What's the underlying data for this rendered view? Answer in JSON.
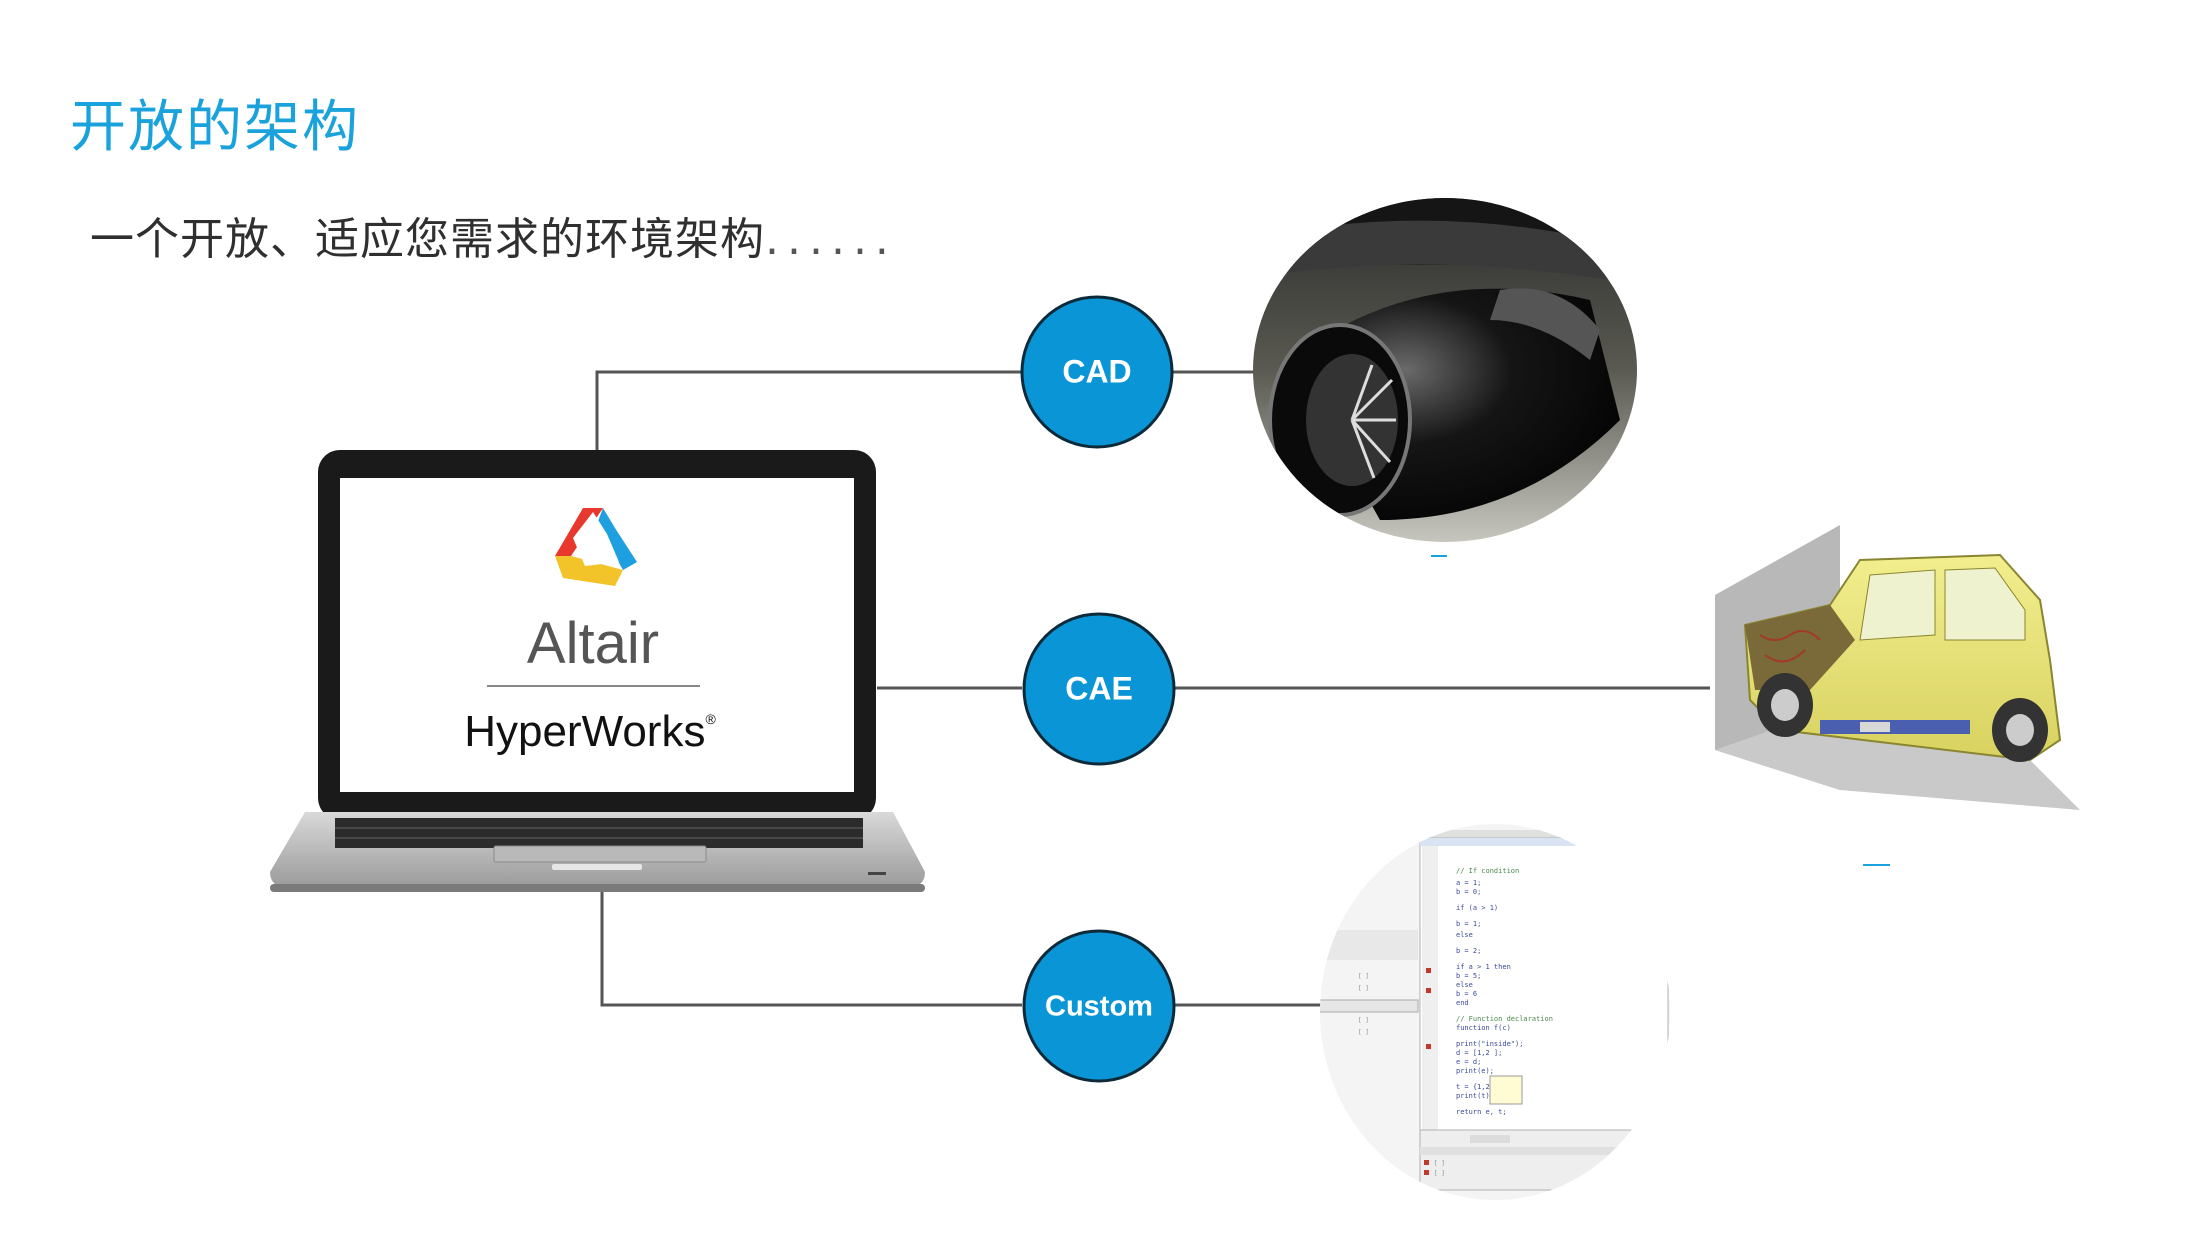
{
  "title": "开放的架构",
  "subtitle": {
    "text": "一个开放、适应您需求的环境架构",
    "dots": "......"
  },
  "laptop": {
    "brand": "Altair",
    "product": "HyperWorks",
    "trademark": "®"
  },
  "nodes": [
    {
      "id": "cad",
      "label": "CAD"
    },
    {
      "id": "cae",
      "label": "CAE"
    },
    {
      "id": "custom",
      "label": "Custom"
    }
  ],
  "colors": {
    "title": "#1aa2dd",
    "node_fill": "#0a96d6",
    "node_stroke": "#0d2a3a",
    "connector": "#555555"
  },
  "images": {
    "cad": "jet-engine-render",
    "cae": "car-crash-simulation",
    "custom": "code-editor-screenshot"
  }
}
